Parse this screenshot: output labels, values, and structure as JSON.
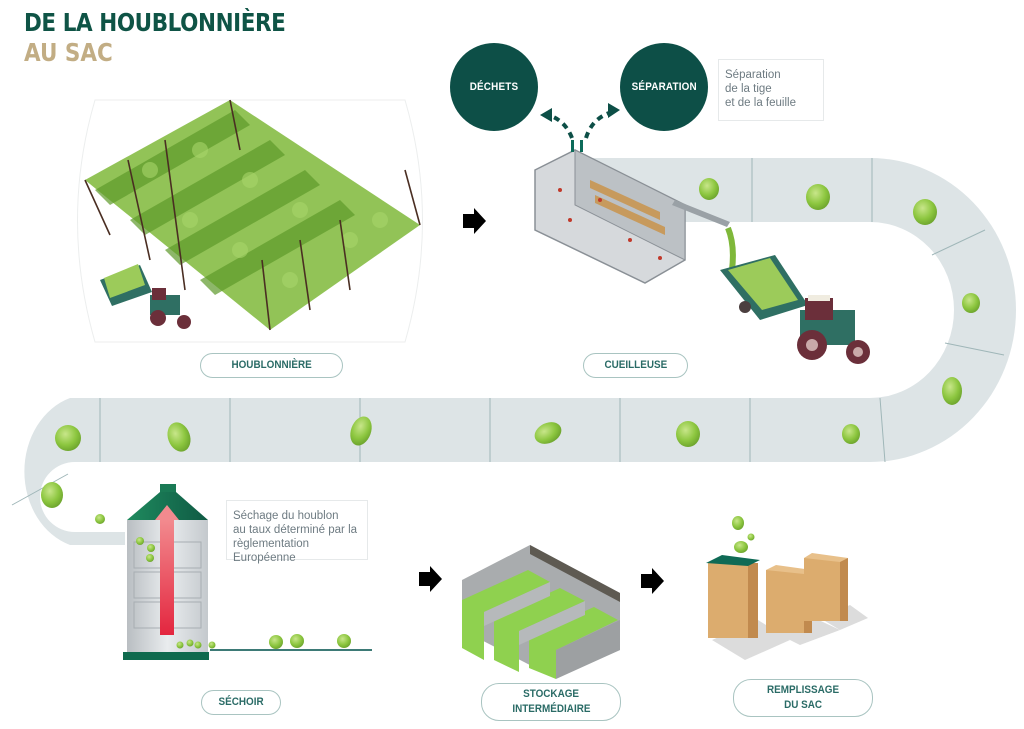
{
  "header": {
    "title_line1": "DE LA HOUBLONNIÈRE",
    "title_line2": "AU SAC"
  },
  "colors": {
    "primary_green": "#0f5446",
    "circle_green": "#0d4f47",
    "gold": "#c2ad84",
    "track": "#dde4e6",
    "pill_text": "#2a6b66",
    "hop_green": "#8cc63f"
  },
  "stages": [
    {
      "id": "houblonniere",
      "label": "HOUBLONNIÈRE",
      "icon": "hop-field-illustration"
    },
    {
      "id": "cueilleuse",
      "label": "CUEILLEUSE",
      "icon": "picking-machine-illustration"
    },
    {
      "id": "sechoir",
      "label": "SÉCHOIR",
      "icon": "dryer-silo-illustration"
    },
    {
      "id": "stockage",
      "label_line1": "STOCKAGE",
      "label_line2": "INTERMÉDIAIRE",
      "icon": "storage-bins-illustration"
    },
    {
      "id": "remplissage",
      "label_line1": "REMPLISSAGE",
      "label_line2": "DU SAC",
      "icon": "bags-illustration"
    }
  ],
  "outputs": {
    "dechets": "DÉCHETS",
    "separation": "SÉPARATION"
  },
  "notes": {
    "separation": [
      "Séparation",
      "de la tige",
      "et de la feuille"
    ],
    "sechage": [
      "Séchage du houblon",
      "au taux déterminé par la",
      "règlementation Européenne"
    ]
  },
  "arrows": [
    "arrow-right-icon",
    "arrow-right-icon",
    "arrow-right-icon"
  ]
}
